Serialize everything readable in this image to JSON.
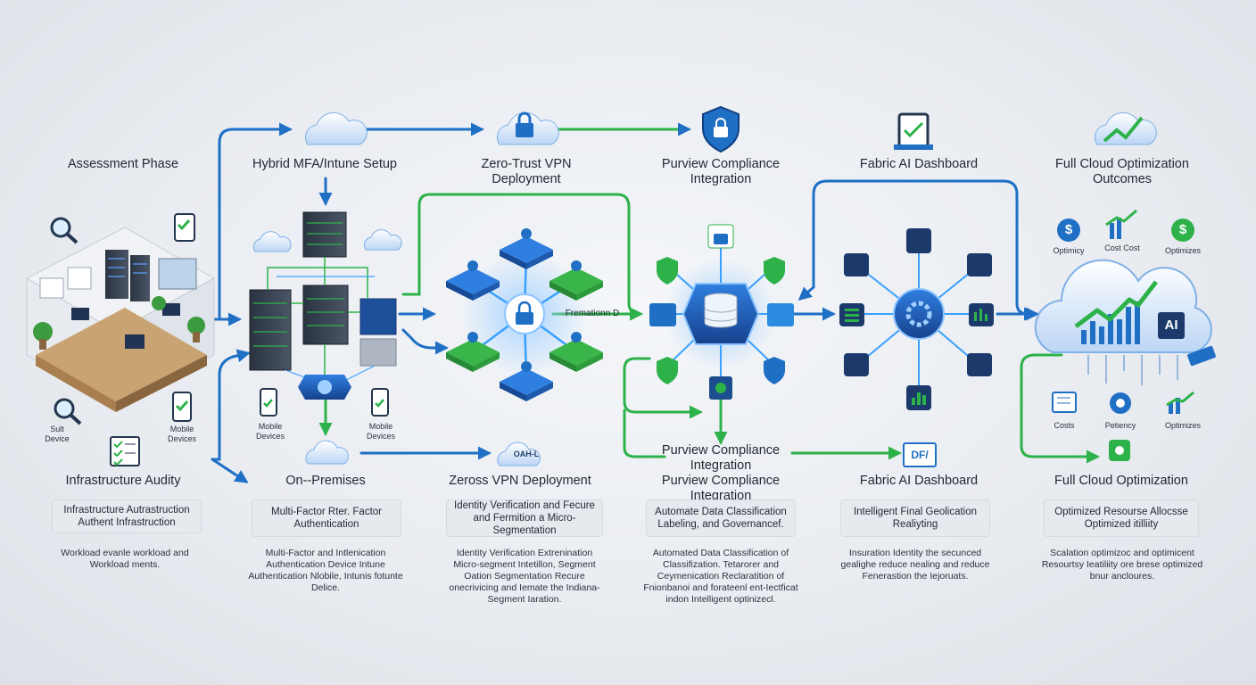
{
  "stages": [
    {
      "id": "assessment",
      "title": "Assessment Phase",
      "subtitle": "Infrastructure Audity",
      "box": "Infrastructure Autrastruction Authent Infrastruction",
      "desc": "Workload evanle workload and Workload ments.",
      "labels": [
        "Sult Device",
        "Mobile Devices"
      ]
    },
    {
      "id": "hybrid",
      "title": "Hybrid MFA/Intune Setup",
      "subtitle": "On--Premises",
      "box": "Multi-Factor Rter. Factor Authentication",
      "desc": "Multi-Factor and Intlenication Authentication Device Intune Authentication Nlobile, Intunis fotunte Delice.",
      "labels": [
        "Mobile Devices",
        "Mobile Devices"
      ]
    },
    {
      "id": "zerotrust",
      "title": "Zero-Trust VPN Deployment",
      "subtitle": "Zeross VPN Deployment",
      "box": "Identity Verification and Fecure and Fermition a Micro-Segmentation",
      "desc": "Identity Verification Extrenination Micro-segment Intetillon, Segment Oation Segmentation Recure onecrivicing and Iemate the Indiana- Segment Iaration.",
      "flow_label": "Fremationn D"
    },
    {
      "id": "purview",
      "title": "Purview Compliance Integration",
      "subtitle_a": "Purview Compliance Integration",
      "subtitle_b": "Purview Compliance Integration",
      "box": "Automate Data Classification Labeling, and Governancef.",
      "desc": "Automated Data Classification of Classifization. Tetarorer and Ceymenication Reclaratition of Fnionbanoi and forateenl ent-Iectficat indon Intelligent optinizecl."
    },
    {
      "id": "fabric",
      "title": "Fabric AI Dashboard",
      "subtitle": "Fabric AI Dashboard",
      "box": "Intelligent Final Geolication Realiyting",
      "desc": "Insuration Identity the secunced gealighe reduce nealing and reduce Fenerastion the Iejoruats.",
      "badge": "DF/"
    },
    {
      "id": "cloud",
      "title": "Full Cloud Optimization Outcomes",
      "subtitle": "Full Cloud Optimization",
      "box": "Optimized Resourse Allocsse Optimized itilliity",
      "desc": "Scalation optimizoc and optimicent Resourtsy Ieatiliity ore brese optimized bnur ancloures.",
      "labels_top": [
        "Optimicy",
        "Cost Cost",
        "Optimizes"
      ],
      "labels_bottom": [
        "Costs",
        "Petiency",
        "Optimizes"
      ],
      "ai_badge": "AI",
      "vpn_chip": "OAH-L"
    }
  ],
  "colors": {
    "blue": "#1f6fc5",
    "green": "#2db24a",
    "dark": "#1b2430"
  }
}
